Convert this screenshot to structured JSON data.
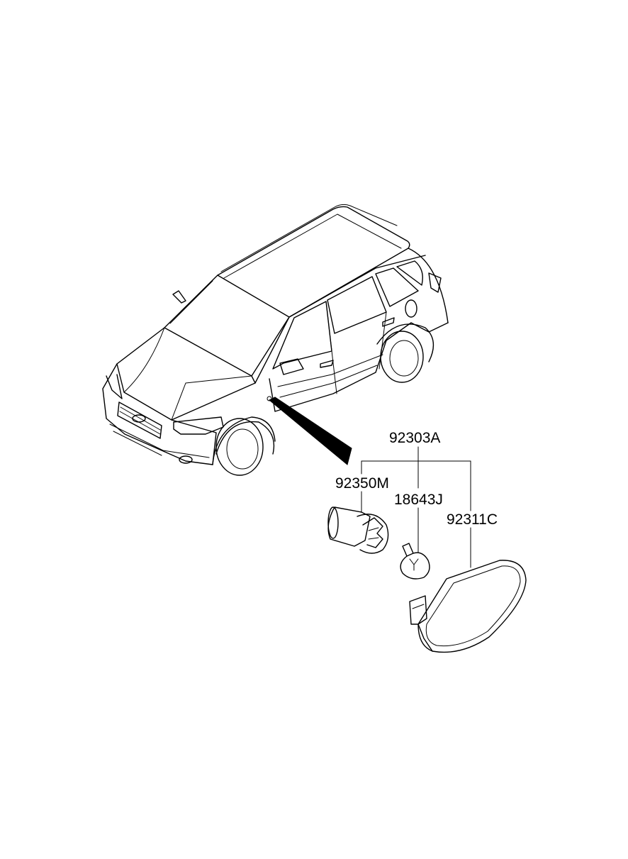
{
  "labels": {
    "assembly": "92303A",
    "socket": "92350M",
    "bulb": "18643J",
    "lens": "92311C"
  },
  "colors": {
    "line": "#000000",
    "background": "#ffffff"
  }
}
